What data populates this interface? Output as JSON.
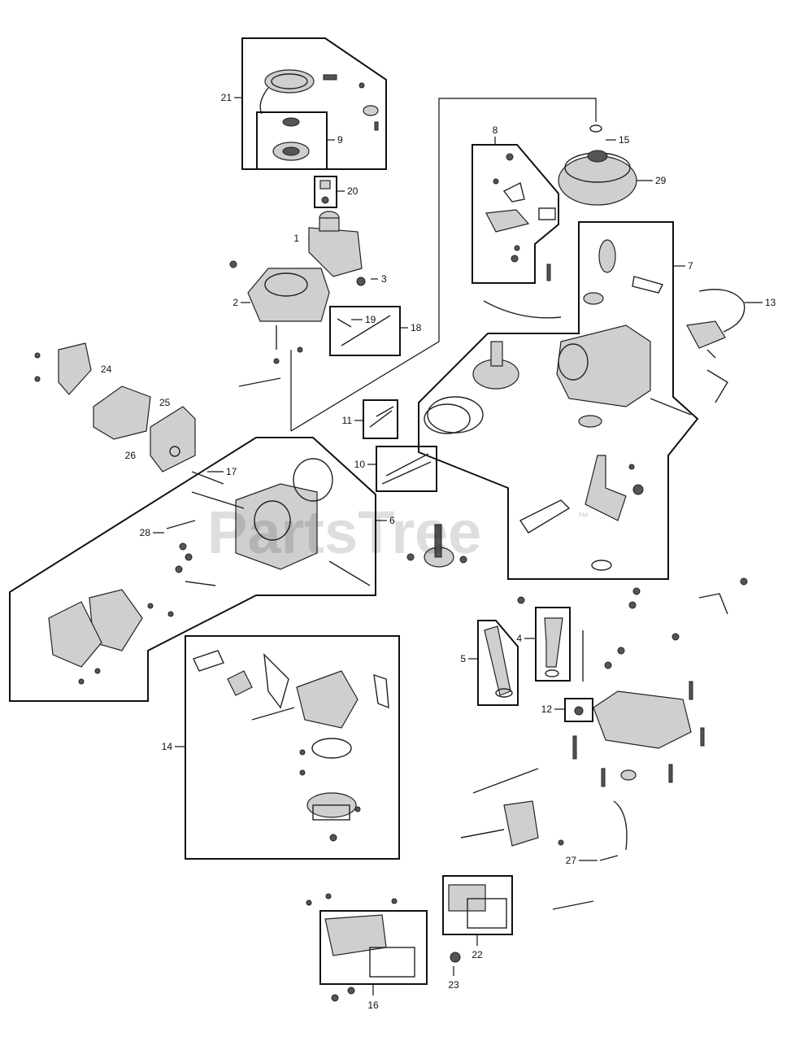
{
  "watermark": {
    "brand": "PartsTree",
    "mark": "™"
  },
  "callouts": [
    "1",
    "2",
    "3",
    "4",
    "5",
    "6",
    "7",
    "8",
    "9",
    "10",
    "11",
    "12",
    "13",
    "14",
    "15",
    "16",
    "17",
    "18",
    "19",
    "20",
    "21",
    "22",
    "23",
    "24",
    "25",
    "26",
    "27",
    "28",
    "29"
  ]
}
